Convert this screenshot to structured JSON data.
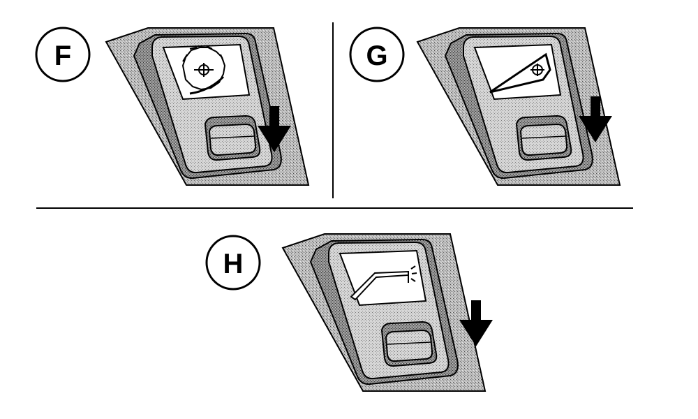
{
  "panels": [
    {
      "letter": "F",
      "symbol": "rotating-cutter-symbol"
    },
    {
      "letter": "G",
      "symbol": "incline-angle-symbol"
    },
    {
      "letter": "H",
      "symbol": "spray-boom-symbol"
    }
  ],
  "colors": {
    "line": "#000000",
    "background": "#ffffff",
    "stipple_light": "#c9c9c9",
    "stipple_dark": "#8a8a8a",
    "display_screen": "#ffffff"
  },
  "icons": [
    "press-down-arrow-icon",
    "rotating-cutter-icon",
    "incline-angle-icon",
    "spray-boom-icon"
  ]
}
